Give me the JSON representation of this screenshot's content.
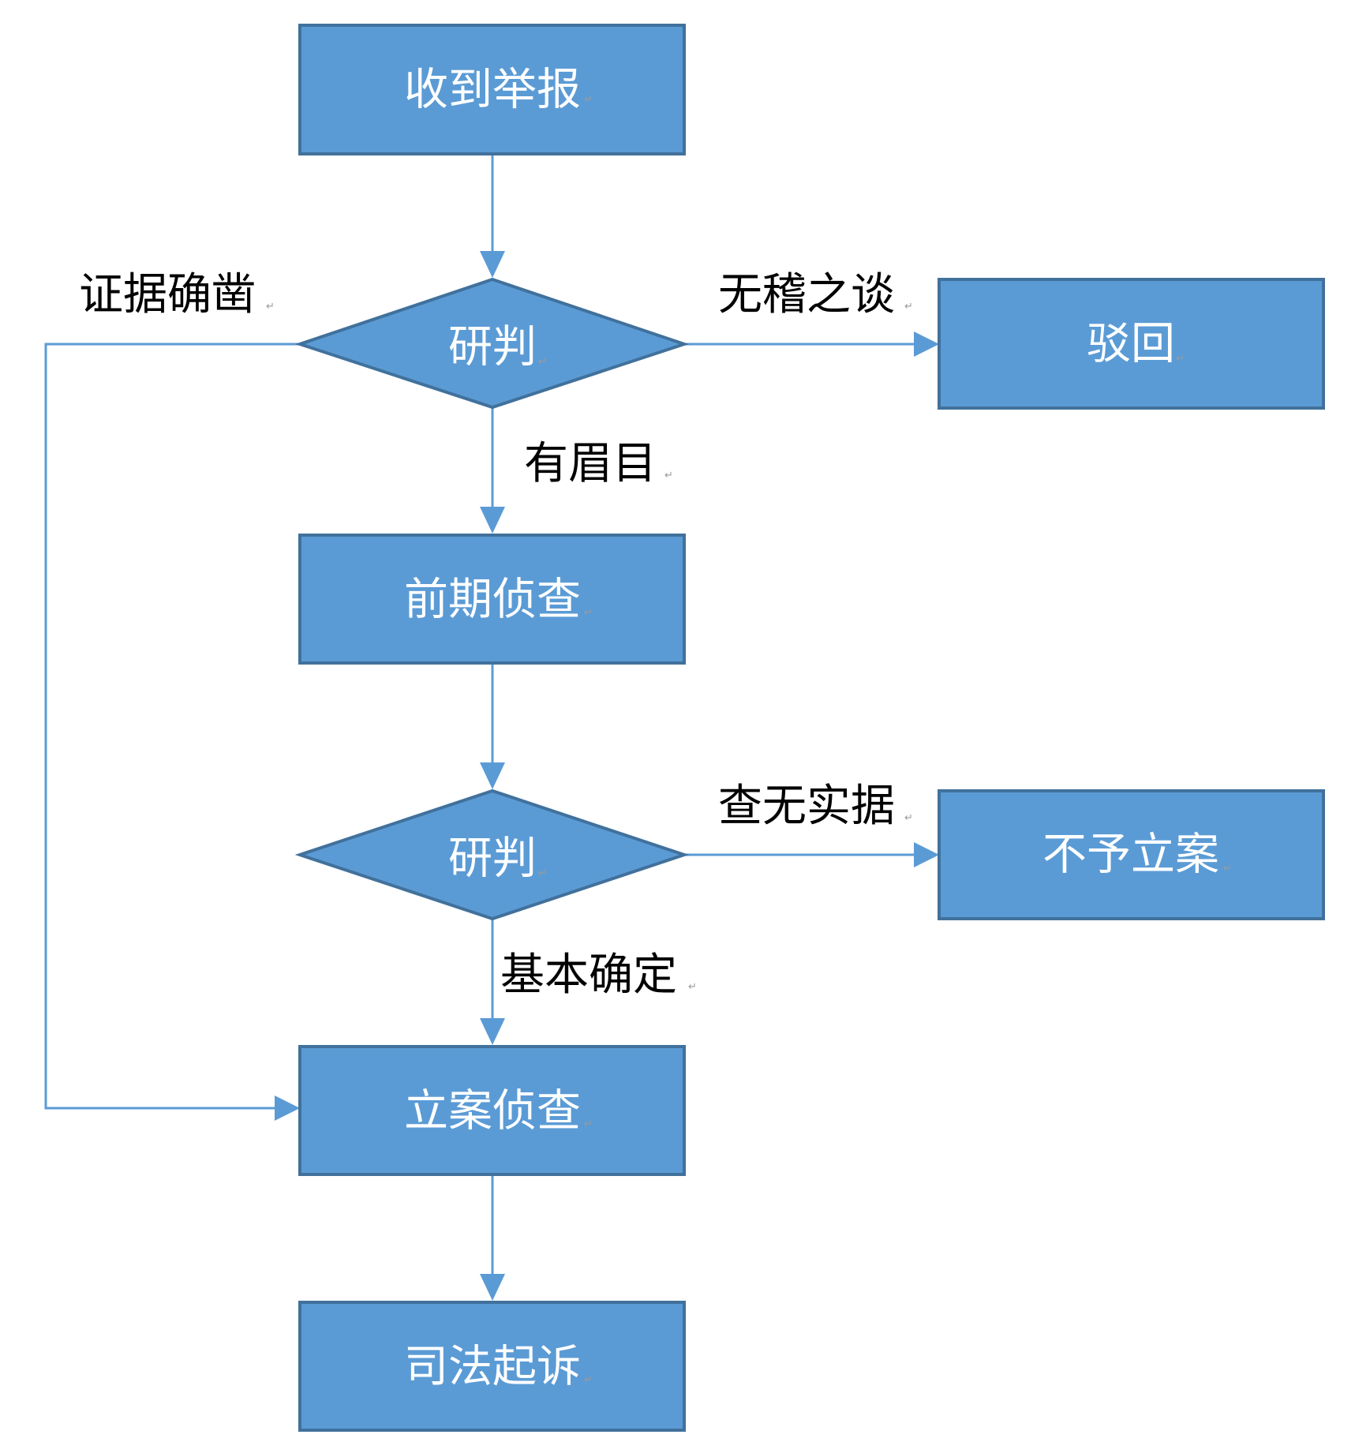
{
  "colors": {
    "node_fill": "#5B9BD5",
    "node_border": "#41719C",
    "edge": "#5B9BD5",
    "node_text": "#FFFFFF",
    "label_text": "#000000"
  },
  "nodes": {
    "receive_report": "收到举报",
    "decision_1": "研判",
    "reject": "驳回",
    "preliminary_investigation": "前期侦查",
    "decision_2": "研判",
    "no_filing": "不予立案",
    "case_investigation": "立案侦查",
    "judicial_prosecution": "司法起诉"
  },
  "edge_labels": {
    "conclusive_evidence": "证据确凿",
    "groundless": "无稽之谈",
    "has_leads": "有眉目",
    "no_evidence_found": "查无实据",
    "basically_confirmed": "基本确定"
  },
  "paragraph_mark": "↵"
}
